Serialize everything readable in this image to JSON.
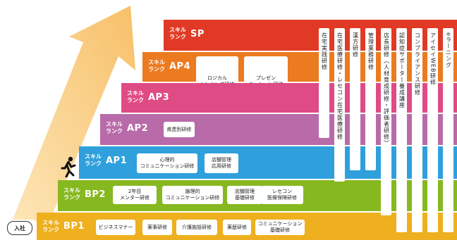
{
  "start_label": "入社",
  "colors": {
    "SP": "#e03a26",
    "AP4": "#ec7a1f",
    "AP3": "#de4b85",
    "AP2": "#b96aa9",
    "AP1": "#2fa0dc",
    "BP2": "#86b820",
    "BP1": "#eeb01e",
    "arrow": "#f7c56f"
  },
  "tiers": [
    {
      "key": "SP",
      "skill": "スキル",
      "rank": "ランク",
      "code": "SP",
      "courses": []
    },
    {
      "key": "AP4",
      "skill": "スキル",
      "rank": "ランク",
      "code": "AP4",
      "courses": [
        "ロジカル\nシンキング研修",
        "プレゼン\nテーション研修"
      ]
    },
    {
      "key": "AP3",
      "skill": "スキル",
      "rank": "ランク",
      "code": "AP3",
      "courses": []
    },
    {
      "key": "AP2",
      "skill": "スキル",
      "rank": "ランク",
      "code": "AP2",
      "courses": [
        "疾患別研修"
      ]
    },
    {
      "key": "AP1",
      "skill": "スキル",
      "rank": "ランク",
      "code": "AP1",
      "courses": [
        "心理的\nコミュニケーション研修",
        "店舗管理\n応用研修"
      ]
    },
    {
      "key": "BP2",
      "skill": "スキル",
      "rank": "ランク",
      "code": "BP2",
      "courses": [
        "2年目\nメンター研修",
        "論理的\nコミュニケーション研修",
        "店舗管理\n基礎研修",
        "レセコン\n医療保険研修"
      ]
    },
    {
      "key": "BP1",
      "skill": "スキル",
      "rank": "ランク",
      "code": "BP1",
      "courses": [
        "ビジネスマナー",
        "薬事研修",
        "介護施設研修",
        "薬歴研修",
        "コミュニケーション\n基礎研修"
      ]
    }
  ],
  "vertical_courses": [
    "在宅実践研修",
    "在宅医療研修・レセコン在宅医療研修",
    "漢方研修",
    "管理業務研修",
    "店長研修（人材育成研修・評価者研修）",
    "認知症サポーター養成講座",
    "コンプライアンス研修",
    "アイセイWEB研修",
    "eラーニング"
  ],
  "icons": {
    "runner": "running-person-icon",
    "arrow": "growth-arrow"
  }
}
